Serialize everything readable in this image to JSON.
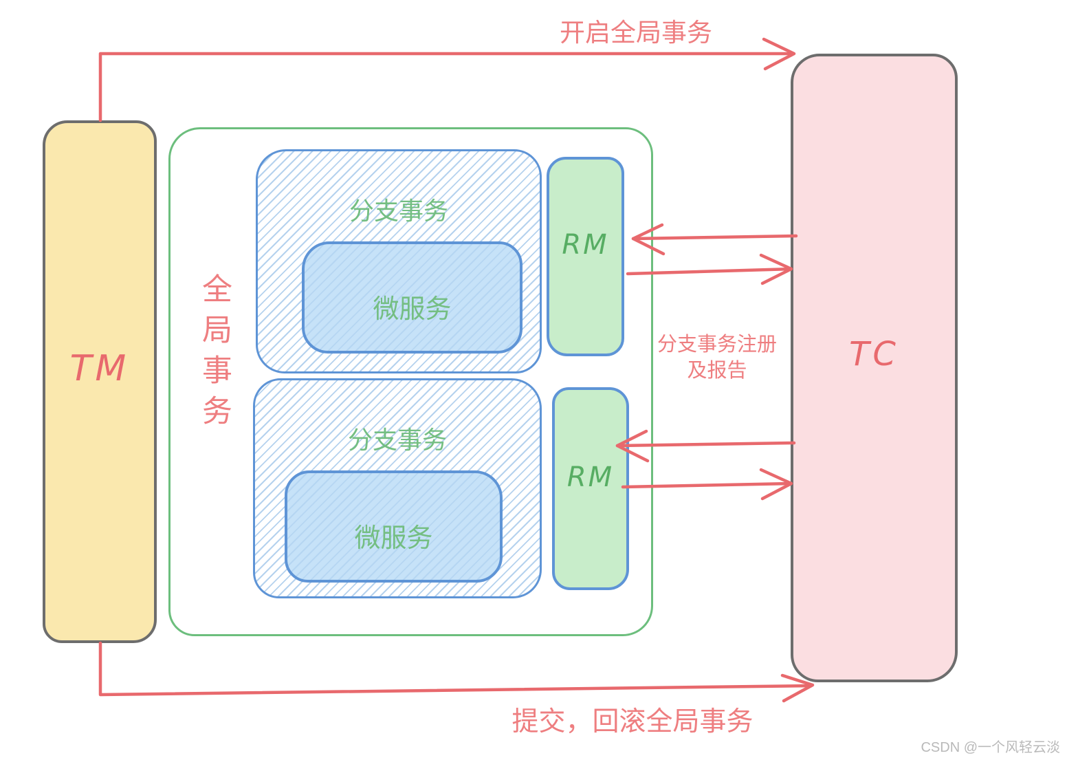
{
  "diagram": {
    "top_arrow_label": "开启全局事务",
    "bottom_arrow_label": "提交，回滚全局事务",
    "register_label_line1": "分支事务注册",
    "register_label_line2": "及报告",
    "global_box_label": "全局事务",
    "tm_label": "TM",
    "tc_label": "TC",
    "branches": [
      {
        "branch_label": "分支事务",
        "service_label": "微服务",
        "rm_label": "RM"
      },
      {
        "branch_label": "分支事务",
        "service_label": "微服务",
        "rm_label": "RM"
      }
    ],
    "watermark": "CSDN @一个风轻云淡"
  },
  "colors": {
    "arrow_red": "#e8696d",
    "label_red": "#ee7e80",
    "gray_border": "#6d6d6d",
    "green_border": "#6cbe7d",
    "green_text": "#74be82",
    "blue_border": "#5e94d6",
    "hatch_blue": "#b5d2ee",
    "tm_fill": "#fae8ae",
    "tc_fill": "#fbdee1",
    "rm_fill": "#c8edca",
    "service_fill": "#c6e2f8",
    "watermark_gray": "#b9b9b9",
    "background": "#ffffff"
  }
}
